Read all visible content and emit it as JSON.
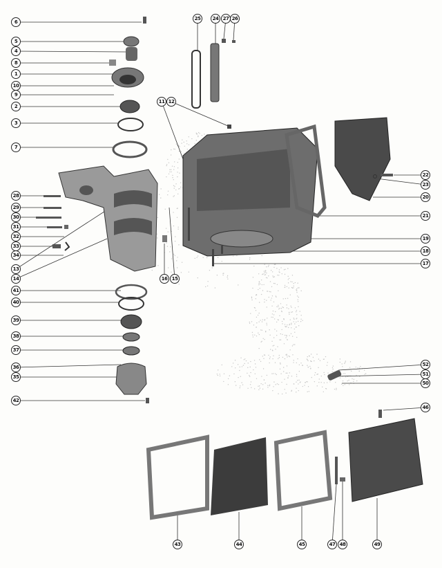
{
  "diagram": {
    "type": "exploded-parts-diagram",
    "callouts": {
      "left": [
        "6",
        "5",
        "4",
        "8",
        "1",
        "10",
        "9",
        "2",
        "3",
        "7",
        "28",
        "29",
        "30",
        "31",
        "32",
        "33",
        "34",
        "13",
        "14",
        "41",
        "40",
        "39",
        "38",
        "37",
        "36",
        "35",
        "42"
      ],
      "top": [
        "25",
        "24",
        "27",
        "26",
        "11",
        "12"
      ],
      "middle": [
        "16",
        "15"
      ],
      "right": [
        "22",
        "23",
        "20",
        "21",
        "19",
        "18",
        "17",
        "52",
        "51",
        "50",
        "46"
      ],
      "bottom": [
        "43",
        "44",
        "45",
        "47",
        "48",
        "49"
      ]
    }
  },
  "colors": {
    "ink": "#222222",
    "part": "#6a6a6a",
    "part_dark": "#3a3a3a",
    "gasket": "#8a8a8a",
    "speckle": "#c8c8c8"
  }
}
